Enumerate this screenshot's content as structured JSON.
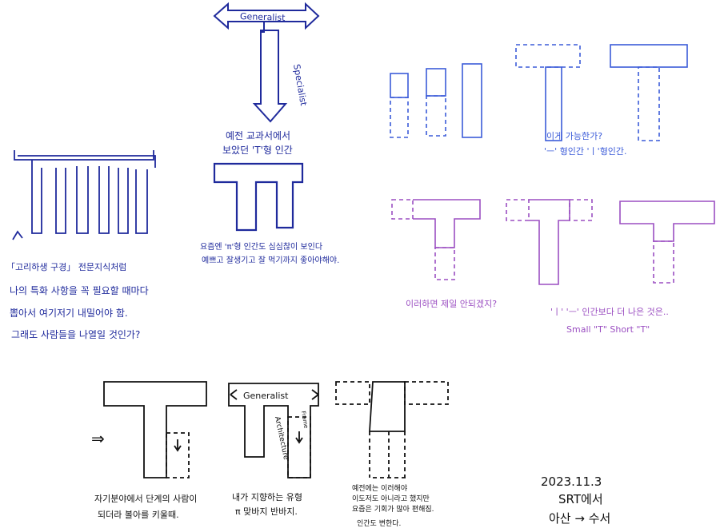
{
  "colors": {
    "ink_blue": "#1f2a9c",
    "ink_light_blue": "#3b5bd9",
    "ink_purple": "#9b4fc2",
    "ink_black": "#111111"
  },
  "top_center": {
    "horizontal_label": "Generalist",
    "vertical_label": "Specialist",
    "caption_line1": "예전 교과서에서",
    "caption_line2": "보았던 'T'형 인간"
  },
  "pi_middle": {
    "caption_line1": "요즘엔 'π'형 인간도 심심찮이 보인다",
    "caption_line2": "예쁘고 잘생기고 잘 먹기까지 좋아야해야."
  },
  "comb_left": {
    "caption_line1": "「고리하생 구경」 전문지식처럼",
    "caption_line2": "나의 특화 사항을 꼭 필요할 때마다",
    "caption_line3": "뽑아서 여기저기 내밀어야 함.",
    "caption_line4": "그래도 사람들을 나열일 것인가?"
  },
  "blue_right": {
    "caption_line1": "이게 가능한가?",
    "caption_line2": "'ㅡ' 형인간 'ㅣ'형인간."
  },
  "purple_right": {
    "caption_left": "이러하면 제일 안되겠지?",
    "caption_right_line1": "'ㅣ' 'ㅡ' 인간보다 더 나은 것은..",
    "caption_right_line2": "Small \"T\"   Short \"T\""
  },
  "bottom": {
    "arrow_glyph": "⇒",
    "generalist_label": "Generalist",
    "architecture_label": "Architecture",
    "small_label": "Frame",
    "caption1_line1": "자기분야에서 단계의 사람이",
    "caption1_line2": "되더라 볼아를 키울때.",
    "caption2_line1": "내가 지향하는 유형",
    "caption2_line2": "π 맞바지 반바지.",
    "caption3_line1": "예전에는 이러해야",
    "caption3_line2": "이도저도 아니라고 했지만",
    "caption3_line3": "요즘은 기회가 많아 편해짐.",
    "caption3_line4": "인간도 변한다."
  },
  "signature": {
    "date": "2023.11.3",
    "line2": "SRT에서",
    "line3": "아산 → 수서"
  }
}
